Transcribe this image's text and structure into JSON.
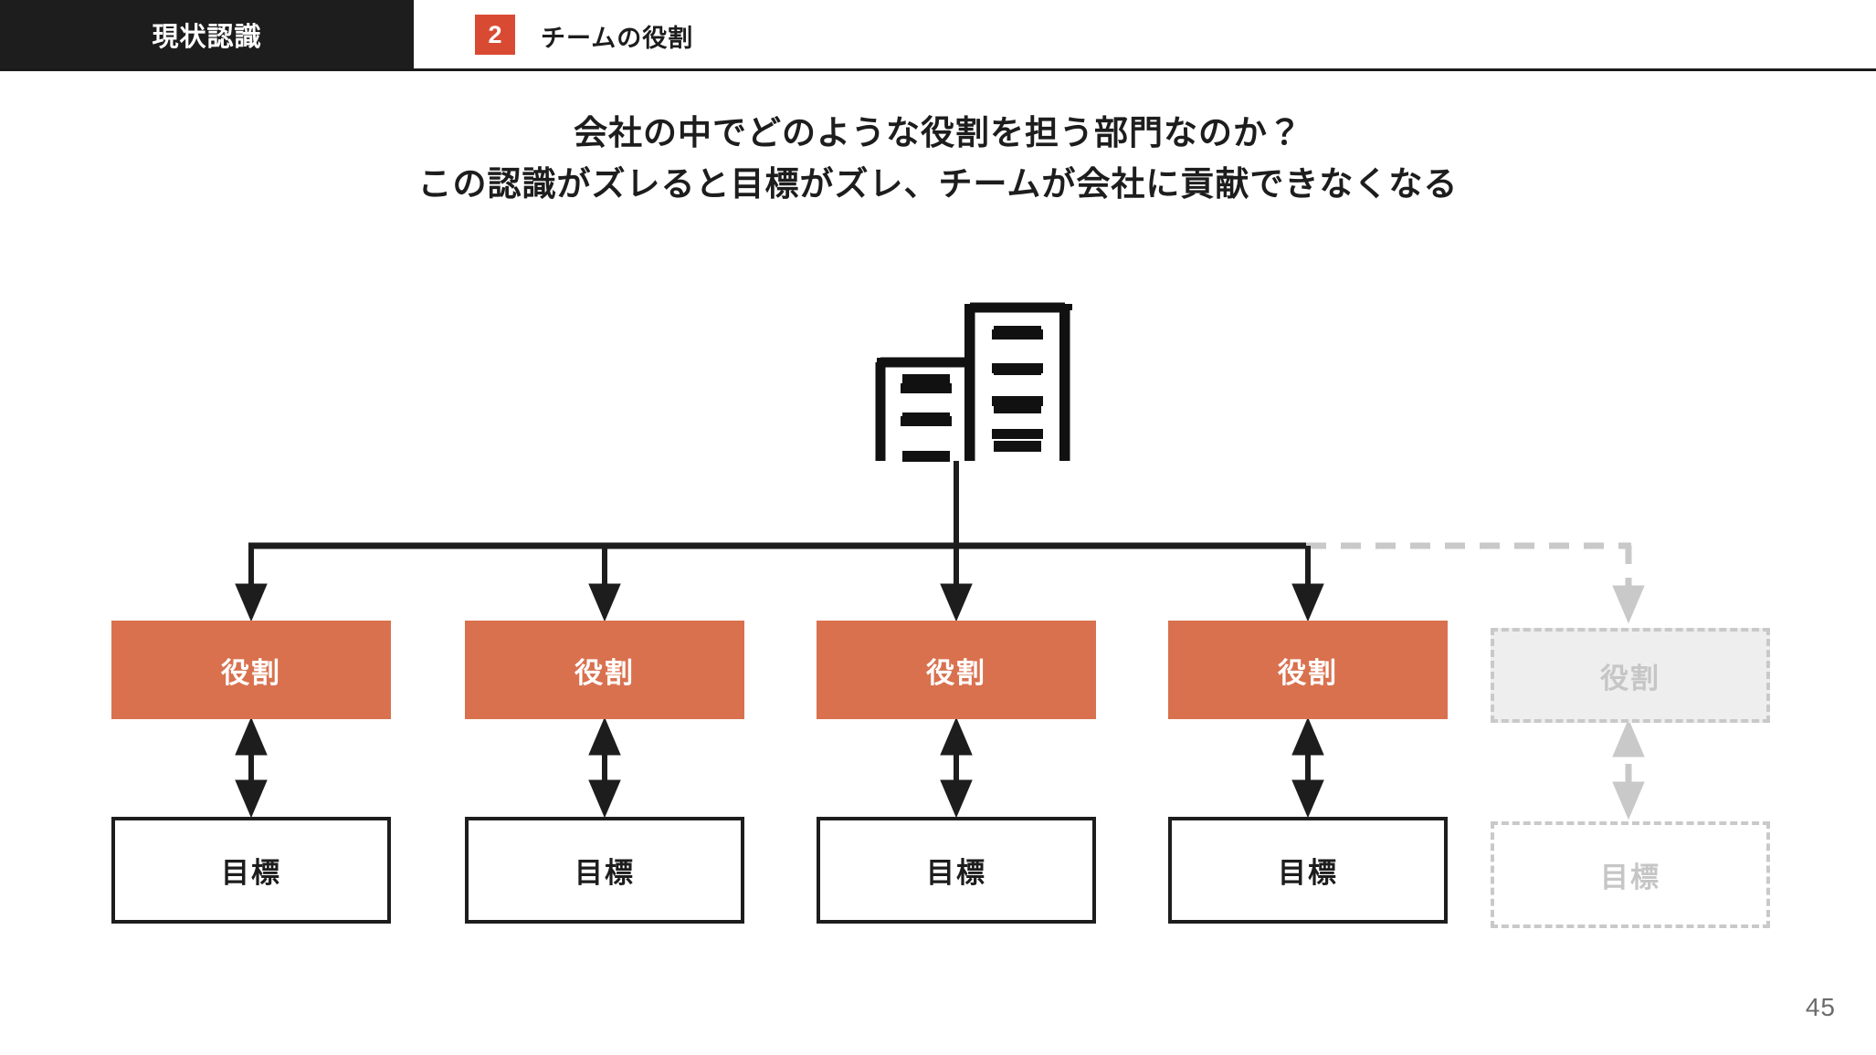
{
  "slide": {
    "page_number": "45",
    "background_color": "#ffffff"
  },
  "header": {
    "section_label": "現状認識",
    "badge_number": "2",
    "title": "チームの役割",
    "badge_color": "#d94a33",
    "left_panel_color": "#1d1d1d"
  },
  "lead": {
    "line1": "会社の中でどのような役割を担う部門なのか？",
    "line2": "この認識がズレると目標がズレ、チームが会社に貢献できなくなる"
  },
  "diagram": {
    "root_icon": "building-icon",
    "accent_color": "#d9714f",
    "ghost_color": "#c9c9c9",
    "line_color": "#1d1d1d",
    "columns": [
      {
        "role_label": "役割",
        "goal_label": "目標",
        "state": "active"
      },
      {
        "role_label": "役割",
        "goal_label": "目標",
        "state": "active"
      },
      {
        "role_label": "役割",
        "goal_label": "目標",
        "state": "active"
      },
      {
        "role_label": "役割",
        "goal_label": "目標",
        "state": "active"
      },
      {
        "role_label": "役割",
        "goal_label": "目標",
        "state": "ghost"
      }
    ]
  }
}
